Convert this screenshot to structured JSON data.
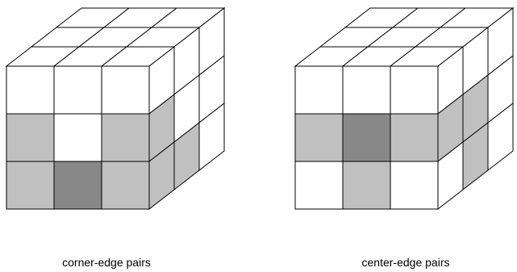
{
  "colors": {
    "plain": "#ffffff",
    "highlight": "#c0c0c0",
    "dark": "#888888",
    "stroke": "#000000"
  },
  "cubes": [
    {
      "caption": "corner-edge pairs",
      "front": [
        [
          "plain",
          "plain",
          "plain"
        ],
        [
          "highlight",
          "plain",
          "highlight"
        ],
        [
          "highlight",
          "dark",
          "highlight"
        ]
      ],
      "side": [
        [
          "plain",
          "plain",
          "plain"
        ],
        [
          "highlight",
          "plain",
          "plain"
        ],
        [
          "highlight",
          "highlight",
          "plain"
        ]
      ],
      "top": [
        [
          "plain",
          "plain",
          "plain"
        ],
        [
          "plain",
          "plain",
          "plain"
        ],
        [
          "plain",
          "plain",
          "plain"
        ]
      ]
    },
    {
      "caption": "center-edge pairs",
      "front": [
        [
          "plain",
          "plain",
          "plain"
        ],
        [
          "highlight",
          "dark",
          "highlight"
        ],
        [
          "plain",
          "highlight",
          "plain"
        ]
      ],
      "side": [
        [
          "plain",
          "plain",
          "plain"
        ],
        [
          "highlight",
          "highlight",
          "plain"
        ],
        [
          "plain",
          "highlight",
          "plain"
        ]
      ],
      "top": [
        [
          "plain",
          "plain",
          "plain"
        ],
        [
          "plain",
          "plain",
          "plain"
        ],
        [
          "plain",
          "plain",
          "plain"
        ]
      ]
    }
  ]
}
